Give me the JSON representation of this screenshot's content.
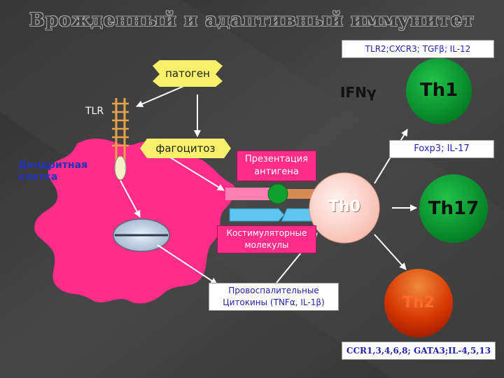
{
  "title": "Врожденный и адаптивный иммунитет",
  "labels": {
    "th1_signals": "TLR2;CXCR3; TGFβ; IL-12",
    "pathogen": "патоген",
    "tlr": "TLR",
    "dendritic_cell": "Дендритная клетка",
    "phagocytosis": "фагоцитоз",
    "antigen_presentation": "Презентация антигена",
    "ifn_gamma": "IFNγ",
    "th17_signals": "Foxp3; IL-17",
    "costimulatory": "Костимуляторные молекулы",
    "cytokines": "Провоспалительные Цитокины (TNFα, IL-1β)",
    "th2_signals": "CCR1,3,4,6,8; GATA3;IL-4,5,13"
  },
  "cells": {
    "th0": "Th0",
    "th1": "Th1",
    "th17": "Th17",
    "th2": "Th2"
  },
  "colors": {
    "background": "#3a3a3a",
    "dendritic_cell": "#ff2d8a",
    "th0": "#fdd3c9",
    "th1": "#009a2e",
    "th17": "#0f9a34",
    "th2": "#d52a00",
    "label_box": "#ffffff",
    "label_text": "#2222aa",
    "hexagon": "#f6f06a"
  }
}
